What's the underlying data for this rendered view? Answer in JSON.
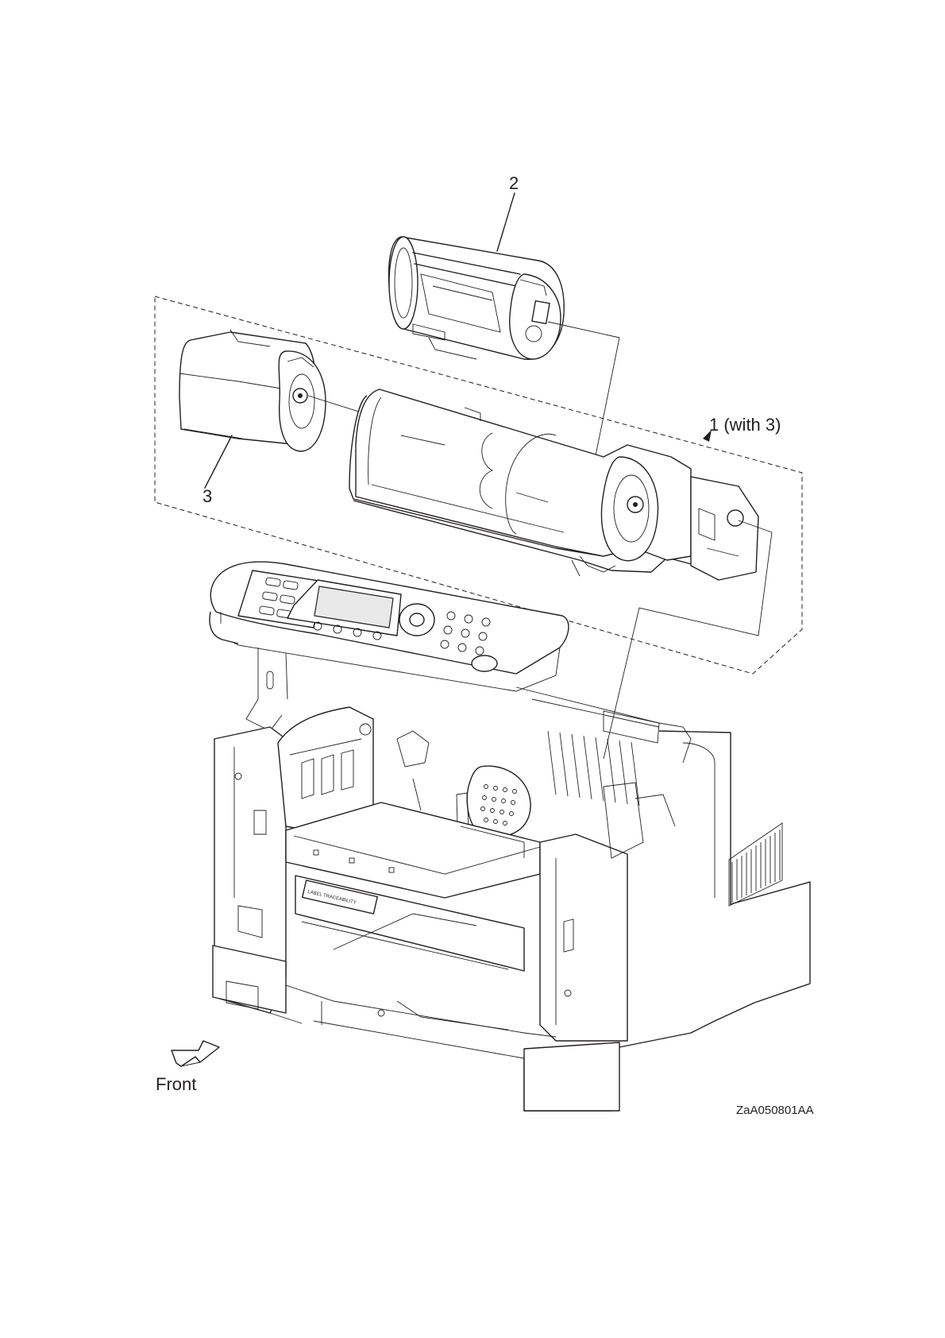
{
  "callouts": {
    "item_2": "2",
    "item_1": "1 (with 3)",
    "item_3": "3"
  },
  "label_band": "LABEL TRACEABILITY",
  "front_label": "Front",
  "figure_code": "ZaA050801AA"
}
